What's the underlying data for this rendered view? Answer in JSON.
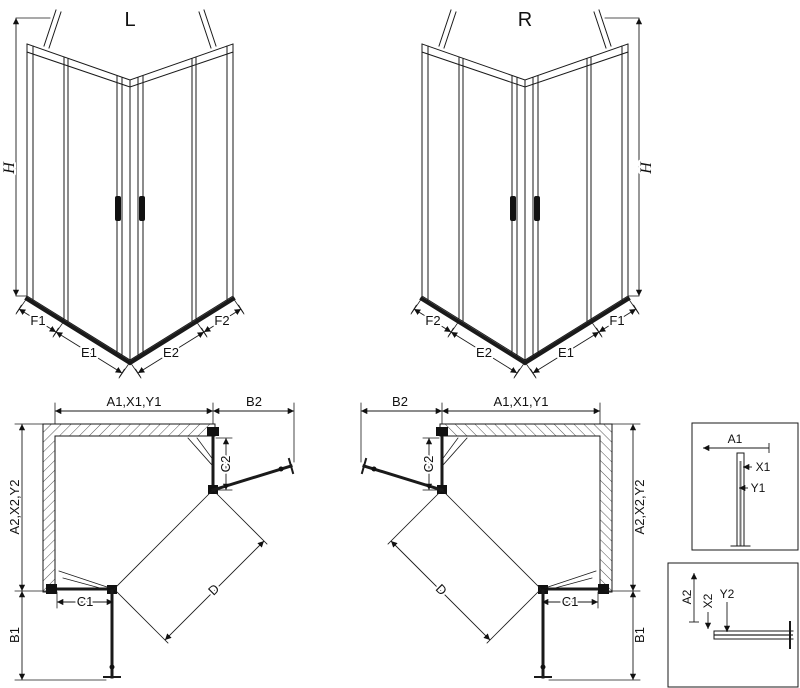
{
  "colors": {
    "line": "#1a1a1a",
    "background": "#ffffff",
    "glass_accent": "#777777"
  },
  "views": {
    "iso_left": {
      "title": "L",
      "h": "H",
      "f1": "F1",
      "e1": "E1",
      "e2": "E2",
      "f2": "F2"
    },
    "iso_right": {
      "title": "R",
      "h": "H",
      "f1": "F1",
      "e1": "E1",
      "e2": "E2",
      "f2": "F2"
    },
    "plan_left": {
      "a1": "A1,X1,Y1",
      "b2": "B2",
      "c2": "C2",
      "a2": "A2,X2,Y2",
      "c1": "C1",
      "d": "D",
      "b1": "B1"
    },
    "plan_right": {
      "a1": "A1,X1,Y1",
      "b2": "B2",
      "c2": "C2",
      "a2": "A2,X2,Y2",
      "c1": "C1",
      "d": "D",
      "b1": "B1"
    },
    "detail_top": {
      "a1": "A1",
      "x1": "X1",
      "y1": "Y1"
    },
    "detail_bottom": {
      "a2": "A2",
      "x2": "X2",
      "y2": "Y2"
    }
  }
}
